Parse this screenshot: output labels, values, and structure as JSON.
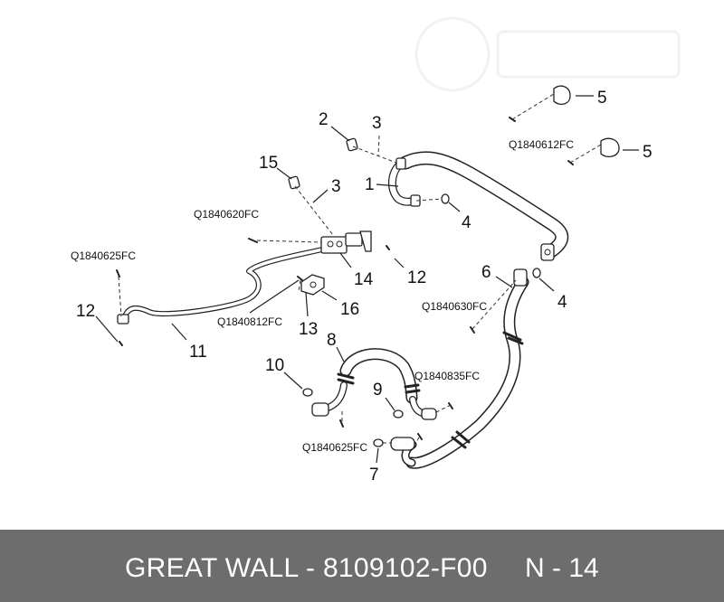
{
  "footer": {
    "title": "GREAT WALL - 8109102-F00",
    "page": "N - 14"
  },
  "callouts": {
    "n1": "1",
    "n2": "2",
    "n3a": "3",
    "n3b": "3",
    "n4a": "4",
    "n4b": "4",
    "n5a": "5",
    "n5b": "5",
    "n6": "6",
    "n7": "7",
    "n8": "8",
    "n9": "9",
    "n10": "10",
    "n11": "11",
    "n12a": "12",
    "n12b": "12",
    "n13": "13",
    "n14": "14",
    "n15": "15",
    "n16": "16"
  },
  "codes": {
    "c612": "Q1840612FC",
    "c620": "Q1840620FC",
    "c625a": "Q1840625FC",
    "c812": "Q1840812FC",
    "c630": "Q1840630FC",
    "c835": "Q1840835FC",
    "c625b": "Q1840625FC"
  },
  "colors": {
    "footer_bg": "#6d6d6d",
    "footer_text": "#ffffff",
    "line": "#222222"
  }
}
